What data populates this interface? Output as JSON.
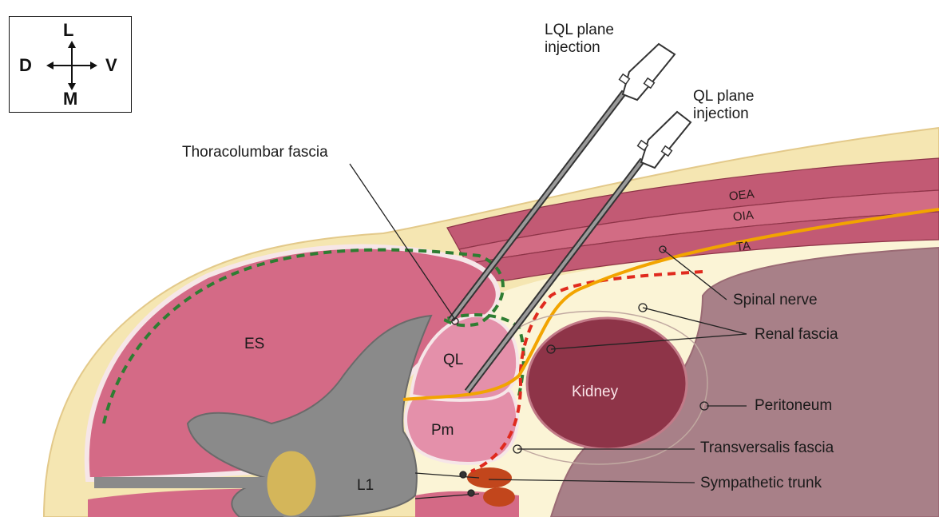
{
  "orientation": {
    "top": "L",
    "bottom": "M",
    "left": "D",
    "right": "V"
  },
  "injections": {
    "lql": "LQL plane injection",
    "ql": "QL plane injection"
  },
  "labels": {
    "thoracolumbar_fascia": "Thoracolumbar fascia",
    "spinal_nerve": "Spinal nerve",
    "renal_fascia": "Renal fascia",
    "peritoneum": "Peritoneum",
    "transversalis_fascia": "Transversalis fascia",
    "sympathetic_trunk": "Sympathetic trunk"
  },
  "muscles": {
    "oea": "OEA",
    "oia": "OIA",
    "ta": "TA"
  },
  "structures": {
    "es": "ES",
    "ql": "QL",
    "pm": "Pm",
    "kidney": "Kidney",
    "l1": "L1"
  },
  "colors": {
    "fat": "#f5e6b2",
    "muscle": "#c25a74",
    "muscle_light": "#e08aa0",
    "cavity": "#a88088",
    "cavity_bg": "#fbf4d6",
    "kidney": "#8e3448",
    "bone": "#8a8a8a",
    "disc": "#d4b65a",
    "green_fascia": "#2e7d32",
    "red_fascia": "#e02a1e",
    "nerve": "#f2a400",
    "ganglion": "#c2461c"
  }
}
